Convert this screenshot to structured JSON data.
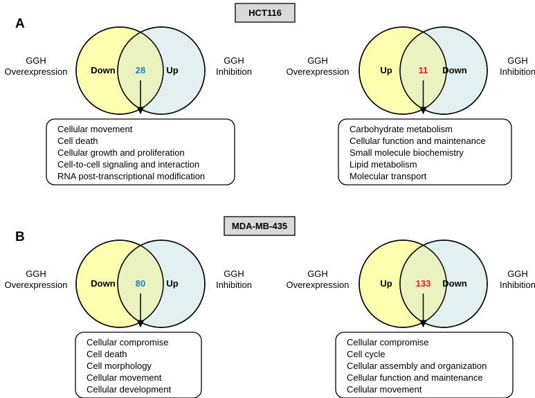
{
  "colors": {
    "circle_left": "#ffffb0",
    "circle_right": "#e2f0f0",
    "overlap": "#eaf2c0",
    "count_blue": "#1f7fc0",
    "count_red": "#e31a1c",
    "title_box": "#d9d9d9"
  },
  "panels": [
    {
      "letter": "A",
      "cell_line": "HCT116",
      "diagrams": [
        {
          "left_label": [
            "GGH",
            "Overexpression"
          ],
          "right_label": [
            "GGH",
            "Inhibition"
          ],
          "left_word": "Down",
          "right_word": "Up",
          "count": "28",
          "count_color": "blue",
          "items": [
            "Cellular movement",
            "Cell death",
            "Cellular growth and proliferation",
            "Cell-to-cell signaling and interaction",
            "RNA post-transcriptional modification"
          ]
        },
        {
          "left_label": [
            "GGH",
            "Overexpression"
          ],
          "right_label": [
            "GGH",
            "Inhibition"
          ],
          "left_word": "Up",
          "right_word": "Down",
          "count": "11",
          "count_color": "red",
          "items": [
            "Carbohydrate metabolism",
            "Cellular function and maintenance",
            "Small molecule biochemistry",
            "Lipid metabolism",
            "Molecular transport"
          ]
        }
      ]
    },
    {
      "letter": "B",
      "cell_line": "MDA-MB-435",
      "diagrams": [
        {
          "left_label": [
            "GGH",
            "Overexpression"
          ],
          "right_label": [
            "GGH",
            "Inhibition"
          ],
          "left_word": "Down",
          "right_word": "Up",
          "count": "80",
          "count_color": "blue",
          "items": [
            "Cellular compromise",
            "Cell death",
            "Cell morphology",
            "Cellular movement",
            "Cellular development"
          ]
        },
        {
          "left_label": [
            "GGH",
            "Overexpression"
          ],
          "right_label": [
            "GGH",
            "Inhibition"
          ],
          "left_word": "Up",
          "right_word": "Down",
          "count": "133",
          "count_color": "red",
          "items": [
            "Cellular compromise",
            "Cell cycle",
            "Cellular assembly and organization",
            "Cellular function and maintenance",
            "Cellular movement"
          ]
        }
      ]
    }
  ]
}
